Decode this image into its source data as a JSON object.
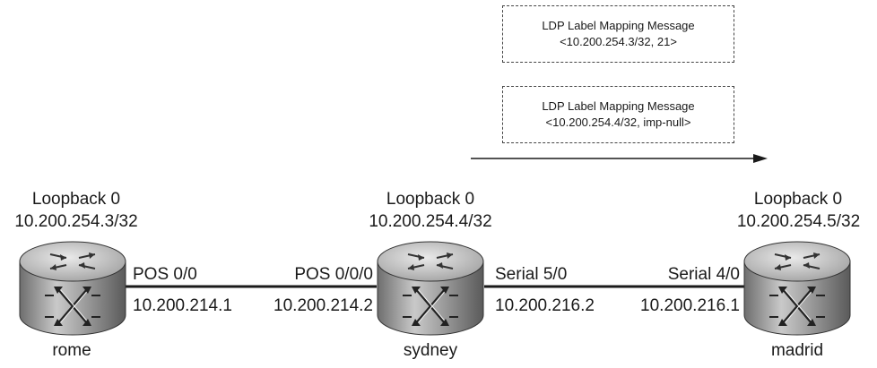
{
  "messages": [
    {
      "title": "LDP Label Mapping Message",
      "binding": "<10.200.254.3/32, 21>"
    },
    {
      "title": "LDP Label Mapping Message",
      "binding": "<10.200.254.4/32, imp-null>"
    }
  ],
  "routers": [
    {
      "name": "rome",
      "loopback": "Loopback 0",
      "address": "10.200.254.3/32"
    },
    {
      "name": "sydney",
      "loopback": "Loopback 0",
      "address": "10.200.254.4/32"
    },
    {
      "name": "madrid",
      "loopback": "Loopback 0",
      "address": "10.200.254.5/32"
    }
  ],
  "links": [
    {
      "left": {
        "interface": "POS 0/0",
        "ip": "10.200.214.1"
      },
      "right": {
        "interface": "POS 0/0/0",
        "ip": "10.200.214.2"
      }
    },
    {
      "left": {
        "interface": "Serial 5/0",
        "ip": "10.200.216.2"
      },
      "right": {
        "interface": "Serial 4/0",
        "ip": "10.200.216.1"
      }
    }
  ],
  "colors": {
    "router_body": "#9a9a9a",
    "router_top": "#c8c8c8",
    "line": "#1a1a1a"
  },
  "icon": "router-icon"
}
